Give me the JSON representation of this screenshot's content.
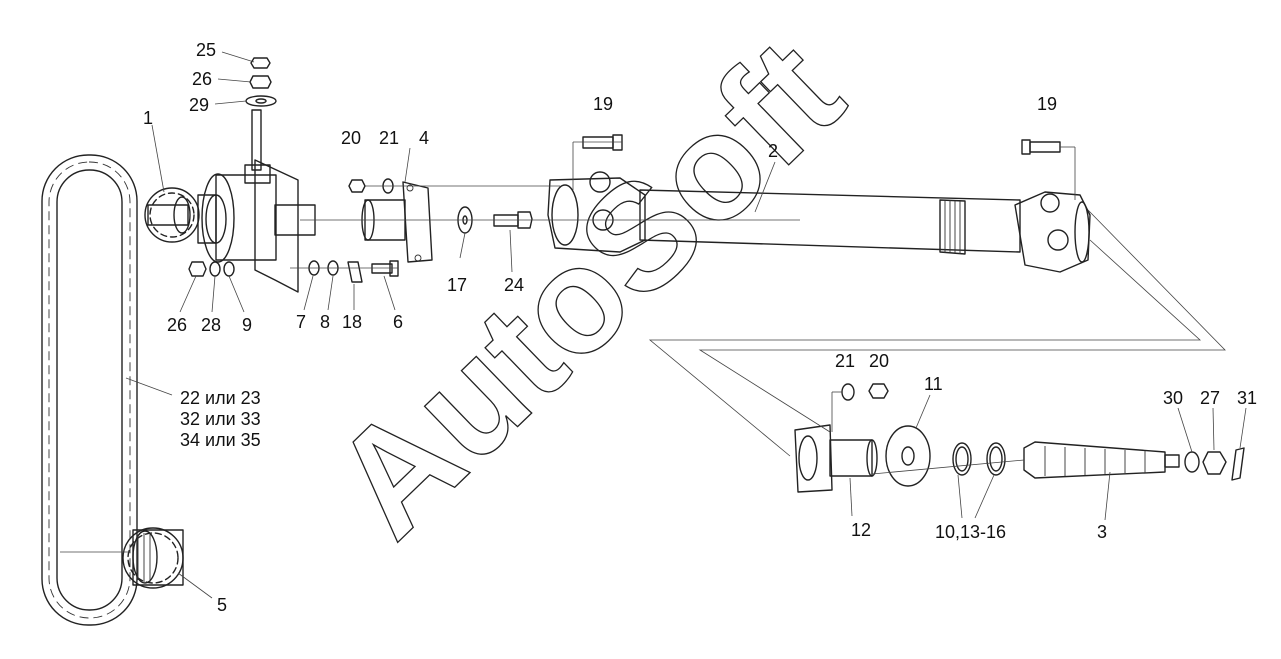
{
  "labels": {
    "p25": "25",
    "p26a": "26",
    "p29": "29",
    "p1": "1",
    "p20a": "20",
    "p21a": "21",
    "p4": "4",
    "p19a": "19",
    "p2": "2",
    "p19b": "19",
    "p26b": "26",
    "p28": "28",
    "p9": "9",
    "p7": "7",
    "p8": "8",
    "p18": "18",
    "p6": "6",
    "p17": "17",
    "p24": "24",
    "chain1": "22 или 23",
    "chain2": "32 или 33",
    "chain3": "34 или 35",
    "p21b": "21",
    "p20b": "20",
    "p11": "11",
    "p30": "30",
    "p27": "27",
    "p31": "31",
    "p12": "12",
    "p10": "10,13-16",
    "p3": "3",
    "p5": "5"
  },
  "watermark": "AutoSoft"
}
